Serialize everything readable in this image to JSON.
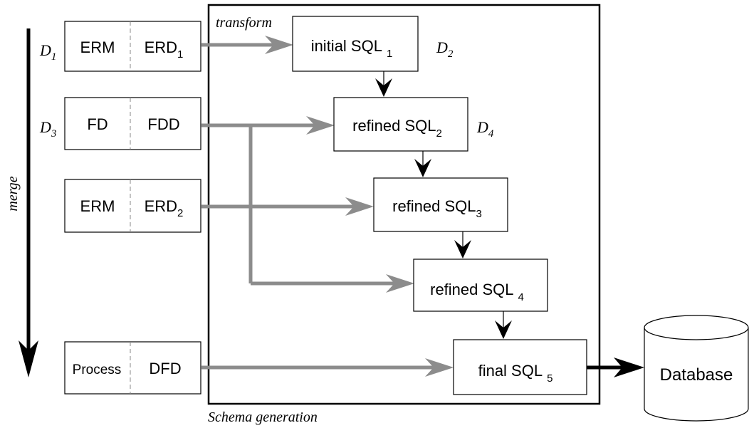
{
  "diagram": {
    "left_labels": {
      "d1": "D",
      "d1_sub": "1",
      "d3": "D",
      "d3_sub": "3"
    },
    "transform_label": "transform",
    "merge_label": "merge",
    "schema_generation_label": "Schema generation",
    "inputs": [
      {
        "left": "ERM",
        "right": "ERD",
        "right_sub": "1"
      },
      {
        "left": "FD",
        "right": "FDD",
        "right_sub": ""
      },
      {
        "left": "ERM",
        "right": "ERD",
        "right_sub": "2"
      },
      {
        "left": "Process",
        "right": "DFD",
        "right_sub": ""
      }
    ],
    "sql_boxes": [
      {
        "text": "initial SQL",
        "sub": "1"
      },
      {
        "text": "refined SQL",
        "sub": "2"
      },
      {
        "text": "refined SQL",
        "sub": "3"
      },
      {
        "text": "refined SQL",
        "sub": "4"
      },
      {
        "text": "final SQL",
        "sub": "5"
      }
    ],
    "right_labels": {
      "d2": "D",
      "d2_sub": "2",
      "d4": "D",
      "d4_sub": "4"
    },
    "database_label": "Database",
    "colors": {
      "gray_arrow": "#8c8c8c",
      "black": "#000000"
    }
  }
}
